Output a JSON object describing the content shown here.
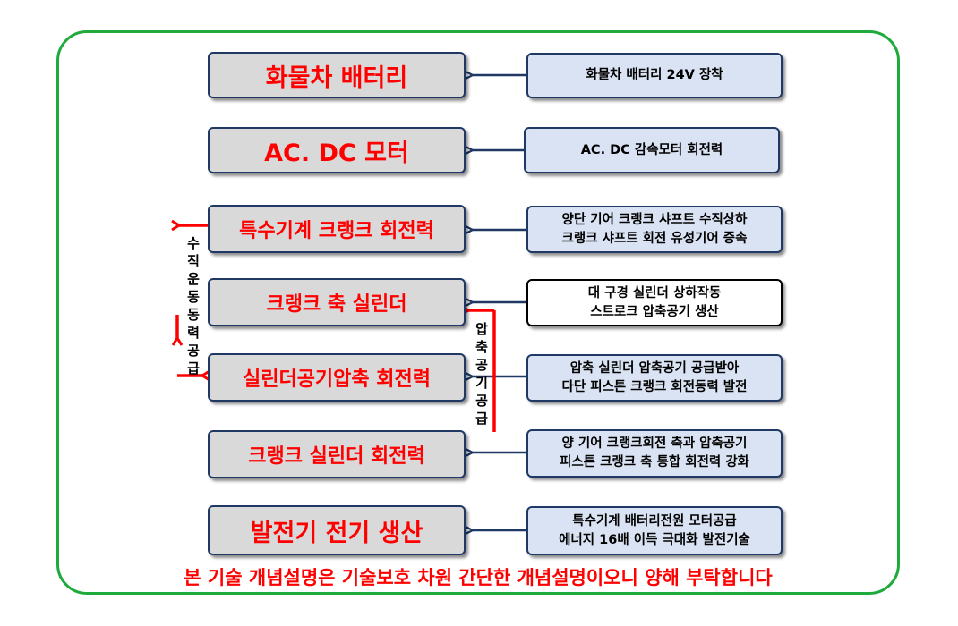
{
  "left_boxes": [
    {
      "label": "화물차 배터리"
    },
    {
      "label": "AC. DC 모터"
    },
    {
      "label": "특수기계 크랭크 회전력"
    },
    {
      "label": "크랭크 축 실린더"
    },
    {
      "label": "실린더공기압축 회전력"
    },
    {
      "label": "크랭크 실린더 회전력"
    },
    {
      "label": "발전기 전기 생산"
    }
  ],
  "right_boxes": [
    {
      "line1": "화물차 배터리 24V  장착",
      "line2": ""
    },
    {
      "line1": "AC. DC 감속모터 회전력",
      "line2": ""
    },
    {
      "line1": "양단 기어 크랭크 샤프트 수직상하",
      "line2": "크랭크 샤프트 회전 유성기어 증속"
    },
    {
      "line1": "대 구경 실린더 상하작동",
      "line2": "스트로크 압축공기  생산"
    },
    {
      "line1": "압축 실린더 압축공기 공급받아",
      "line2": "다단 피스톤 크랭크 회전동력 발전"
    },
    {
      "line1": "양 기어 크랭크회전 축과 압축공기",
      "line2": "피스톤 크랭크 축 통합 회전력 강화"
    },
    {
      "line1": "특수기계  배터리전원 모터공급",
      "line2": "에너지 16배 이득 극대화 발전기술"
    }
  ],
  "vertical_labels": {
    "left": [
      "수",
      "직",
      "운",
      "동",
      "동",
      "력",
      "공",
      "급"
    ],
    "middle": [
      "압",
      "축",
      "공",
      "기",
      "공",
      "급"
    ]
  },
  "footer": "본 기술 개념설명은 기술보호 차원 간단한 개념설명이오니 양해 부탁합니다",
  "colors": {
    "frame": "#1faa3c",
    "accent_red": "#ff0000",
    "navy_arrow": "#1f3864",
    "left_box_fill": "#d9d9d9",
    "right_box_fill": "#dae3f3"
  }
}
